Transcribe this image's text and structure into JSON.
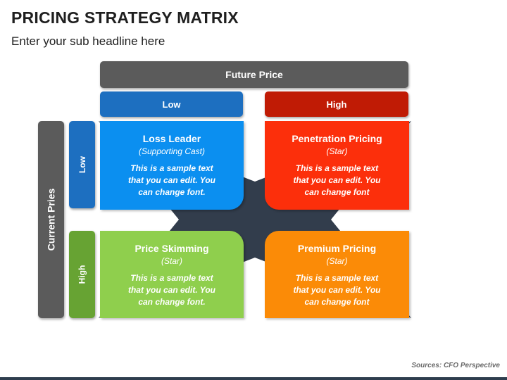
{
  "header": {
    "title": "PRICING STRATEGY MATRIX",
    "subtitle": "Enter your sub headline here"
  },
  "axes": {
    "future_price": "Future Price",
    "current_price": "Current Pries",
    "col_low": "Low",
    "col_high": "High",
    "row_low": "Low",
    "row_high": "High"
  },
  "quadrants": [
    {
      "name": "Loss Leader",
      "role": "(Supporting Cast)",
      "description": "This is a sample text that you can edit. You can change font.",
      "color": "#0b8ff0"
    },
    {
      "name": "Penetration Pricing",
      "role": "(Star)",
      "description": "This is a sample text that you can edit. You can change font",
      "color": "#fc2f0b"
    },
    {
      "name": "Price Skimming",
      "role": "(Star)",
      "description": "This is a sample text that you can edit. You can change font.",
      "color": "#8fcf4d"
    },
    {
      "name": "Premium Pricing",
      "role": "(Star)",
      "description": "This is a sample text that you can edit. You can change font",
      "color": "#fb8b07"
    }
  ],
  "colors": {
    "dark_gray": "#5b5b5b",
    "blue": "#1d6fc0",
    "red": "#c01b05",
    "green": "#67a333",
    "star": "#323d4c"
  },
  "footer": {
    "source": "Sources: CFO Perspective"
  }
}
